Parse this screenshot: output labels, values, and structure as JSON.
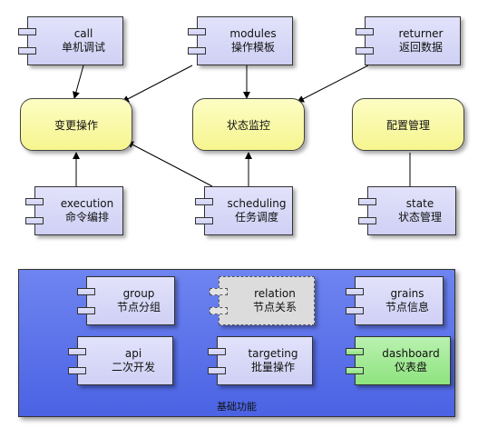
{
  "components": {
    "call": {
      "name": "call",
      "desc": "单机调试"
    },
    "modules": {
      "name": "modules",
      "desc": "操作模板"
    },
    "returner": {
      "name": "returner",
      "desc": "返回数据"
    },
    "execution": {
      "name": "execution",
      "desc": "命令编排"
    },
    "scheduling": {
      "name": "scheduling",
      "desc": "任务调度"
    },
    "state": {
      "name": "state",
      "desc": "状态管理"
    }
  },
  "states": {
    "change_ops": "变更操作",
    "status_monitor": "状态监控",
    "config_mgmt": "配置管理"
  },
  "base": {
    "label": "基础功能",
    "group": {
      "name": "group",
      "desc": "节点分组"
    },
    "relation": {
      "name": "relation",
      "desc": "节点关系"
    },
    "grains": {
      "name": "grains",
      "desc": "节点信息"
    },
    "api": {
      "name": "api",
      "desc": "二次开发"
    },
    "targeting": {
      "name": "targeting",
      "desc": "批量操作"
    },
    "dashboard": {
      "name": "dashboard",
      "desc": "仪表盘"
    }
  },
  "colors": {
    "component_fill": "#d8d8f8",
    "state_fill": "#fbfbb0",
    "base_fill": "#5a72ea",
    "dashboard_fill": "#a4eb96",
    "relation_fill": "#dcdcdc"
  }
}
